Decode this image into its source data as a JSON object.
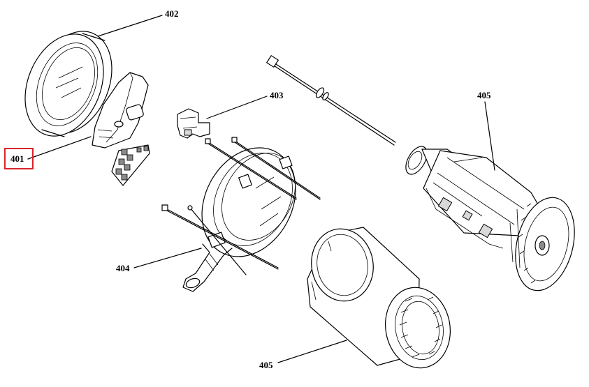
{
  "labels": {
    "p401": "401",
    "p402": "402",
    "p403": "403",
    "p404": "404",
    "p405_rotor": "405",
    "p405_stator": "405"
  },
  "highlighted_label": "401",
  "colors": {
    "highlight_border": "#d9252c",
    "line": "#000000",
    "background": "#ffffff"
  }
}
